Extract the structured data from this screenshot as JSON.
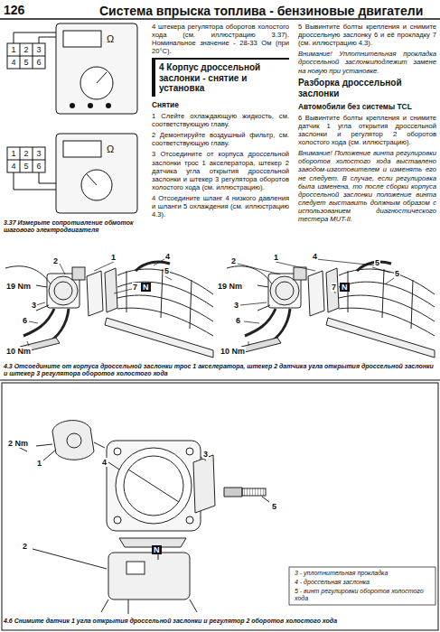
{
  "diagram": {
    "title": "Система впрыска топлива - бензиновые двигатели",
    "nodes": [
      {
        "text": [
          "4 Корпус дроссельной заслонки - снятие и установка"
        ]
      }
    ],
    "labels": [
      "126",
      "1",
      "2",
      "3",
      "4",
      "5",
      "6",
      "1",
      "2",
      "3",
      "4",
      "5",
      "6",
      "Ω",
      "Ω",
      "3.37 Измерьте сопротивление обмоток шагового электродвигателя",
      "4 штекера регулятора оборотов холостого хода (см. иллюстрацию 3.37). Номинальное значение - 28-33 Ом (при 20°С).",
      "Снятие",
      "1 Слейте охлаждающую жидкость, см. соответствующую главу.",
      "2 Демонтируйте воздушный фильтр, см. соответствующую главу.",
      "3 Отсоедините от корпуса дроссельной заслонки трос 1 акселератора, штекер 2 датчика угла открытия дроссельной заслонки и штекер 3 регулятора оборотов холостого хода (см. иллюстрацию).",
      "4 Отсоедините шланг 4 низкого давления и шланги 5 охлаждения (см. иллюстрацию 4.3).",
      "5 Вывинтите болты крепления и снимите дроссельную заслонку 6 и её прокладку 7 (см. иллюстрацию 4.3).",
      "Внимание! Уплотнительная прокладка дроссельной заслонкиподлежит замене на новую при установке.",
      "Разборка дроссельной заслонки",
      "Автомобили без системы TCL",
      "6 Вывинтите болты крепления и снимите датчик 1 угла открытия дроссельной заслонки и регулятор 2 оборотов холостого хода (см. иллюстрацию).",
      "Внимание! Положение винта регулировки оборотов холостого хода выставлено заводом-изготовителем и изменять его не следует. В случае, если регулировка была изменена, то после сборки корпуса дроссельной заслонки положение винта следует выставить должным образом с использованием диагностического тестера MUT-II.",
      "2",
      "1",
      "19 Nm",
      "3",
      "4",
      "5",
      "6",
      "7",
      "N",
      "10 Nm",
      "2",
      "1",
      "19 Nm",
      "3",
      "4",
      "5",
      "5",
      "6",
      "7",
      "N",
      "10 Nm",
      "4.3 Отсоедините от корпуса дроссельной заслонки трос 1 акселератора, штекер 2 датчика угла открытия дроссельной заслонки и штекер 3 регулятора оборотов холостого хода",
      "2 Nm",
      "1",
      "4",
      "3",
      "5",
      "N",
      "2",
      "3 - уплотнительная прокладка",
      "4 - дроссельная заслонка",
      "5 - винт регулировки оборотов холостого хода",
      "4.6 Снимите датчик 1 угла открытия дроссельной заслонки и регулятор 2 оборотов холостого хода"
    ]
  }
}
